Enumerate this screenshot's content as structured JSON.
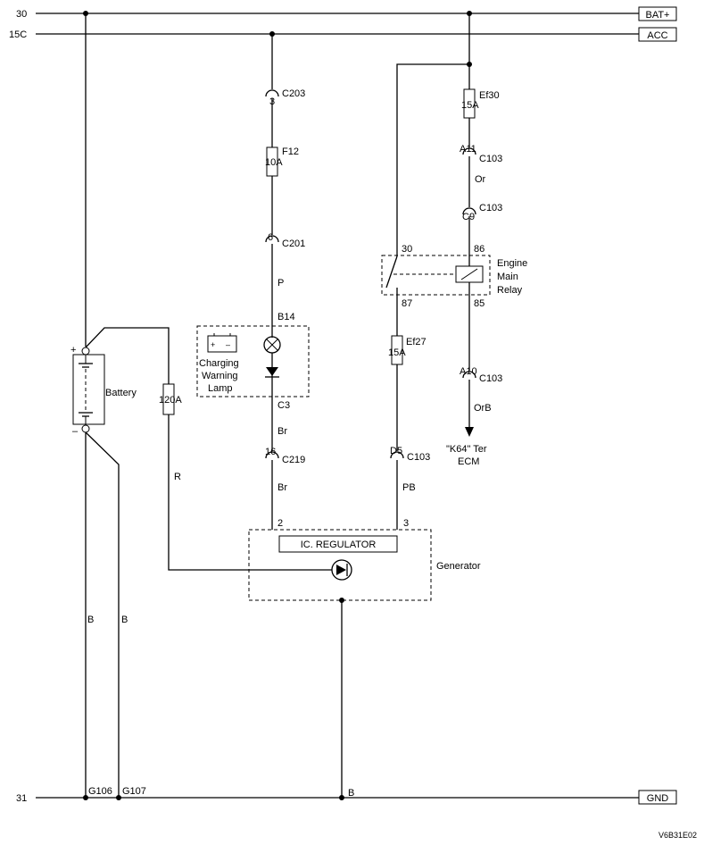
{
  "rails": {
    "r30": "30",
    "r15c": "15C",
    "r31": "31",
    "bat_plus": "BAT+",
    "acc": "ACC",
    "gnd": "GND"
  },
  "connectors": {
    "c203": "C203",
    "c203_pin": "3",
    "c201": "C201",
    "c201_pin": "6",
    "c219": "C219",
    "c219_pin": "16",
    "c103_a11": "C103",
    "a11_pin": "A11",
    "c103_c9": "C103",
    "c9_pin": "C9",
    "c103_a10": "C103",
    "a10_pin": "A10",
    "c103_d5": "C103",
    "d5_pin": "D5",
    "b14": "B14",
    "c3": "C3"
  },
  "fuses": {
    "f12_name": "F12",
    "f12_amp": "10A",
    "ef30_name": "Ef30",
    "ef30_amp": "15A",
    "ef27_name": "Ef27",
    "ef27_amp": "15A",
    "main_amp": "120A"
  },
  "wires": {
    "p": "P",
    "br1": "Br",
    "br2": "Br",
    "or": "Or",
    "orb": "OrB",
    "pb": "PB",
    "r": "R",
    "b_left": "B",
    "b_mid": "B",
    "b_ground": "B"
  },
  "relay": {
    "name": [
      "Engine",
      "Main",
      "Relay"
    ],
    "pin30": "30",
    "pin86": "86",
    "pin87": "87",
    "pin85": "85"
  },
  "components": {
    "battery": "Battery",
    "plus": "+",
    "minus": "–",
    "lamp": [
      "Charging",
      "Warning",
      "Lamp"
    ],
    "regulator": "IC. REGULATOR",
    "gen_pin2": "2",
    "gen_pin3": "3",
    "generator": "Generator",
    "ecm": [
      "\"K64\" Ter",
      "ECM"
    ]
  },
  "grounds": {
    "g106": "G106",
    "g107": "G107"
  },
  "code": "V6B31E02"
}
